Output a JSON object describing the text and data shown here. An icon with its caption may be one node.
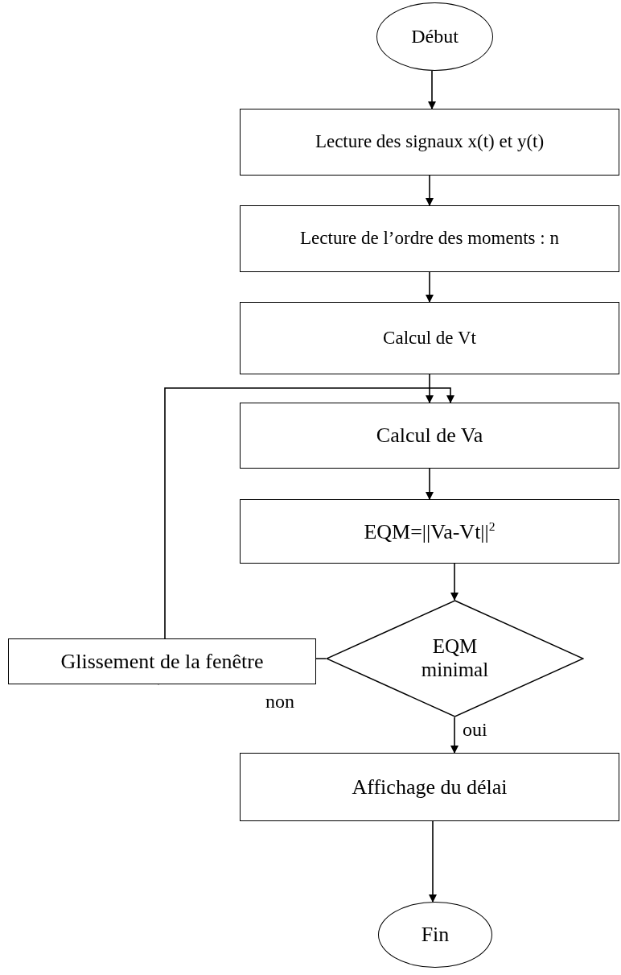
{
  "diagram": {
    "nodes": [
      {
        "text": [
          "Début"
        ]
      },
      {
        "text": [
          "Lecture des signaux x(t) et y(t)"
        ]
      },
      {
        "text": [
          "Lecture de l’ordre des moments : n"
        ]
      },
      {
        "text": [
          "Calcul de Vt"
        ]
      },
      {
        "text": [
          "Calcul de Va"
        ]
      },
      {
        "text": [
          "EQM=||Va-Vt||$^{2}$"
        ]
      },
      {
        "text": [
          "EQM minimal"
        ]
      },
      {
        "text": [
          "Glissement de la fenêtre"
        ]
      },
      {
        "text": [
          "Affichage du délai"
        ]
      },
      {
        "text": [
          "Fin"
        ]
      }
    ],
    "edges": [
      {
        "from": 0,
        "to": 1,
        "arrow": "to"
      },
      {
        "from": 1,
        "to": 2,
        "arrow": "to"
      },
      {
        "from": 2,
        "to": 3,
        "arrow": "to"
      },
      {
        "from": 3,
        "to": 4,
        "arrow": "to"
      },
      {
        "from": 4,
        "to": 5,
        "arrow": "to"
      },
      {
        "from": 5,
        "to": 6,
        "arrow": "to"
      },
      {
        "from": 6,
        "to": 7,
        "label": "non",
        "arrow": "to"
      },
      {
        "from": 7,
        "to": 4,
        "arrow": "to"
      },
      {
        "from": 6,
        "to": 8,
        "label": "oui",
        "arrow": "to"
      },
      {
        "from": 8,
        "to": 9,
        "arrow": "to"
      }
    ]
  }
}
